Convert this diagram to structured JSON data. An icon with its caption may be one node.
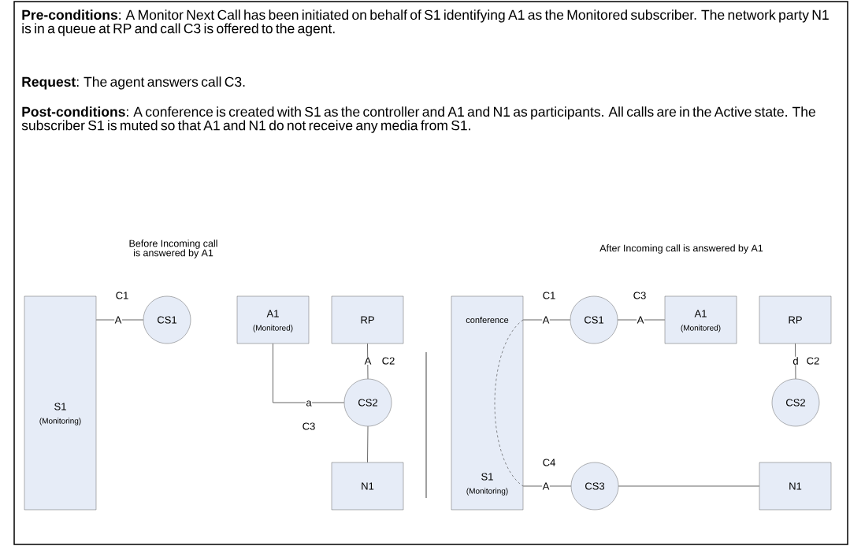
{
  "diagram": {
    "nodes": [
      {
        "text": [
          "S1",
          "(Monitoring)"
        ]
      },
      {
        "text": [
          "CS1"
        ]
      },
      {
        "text": [
          "A1",
          "(Monitored)"
        ]
      },
      {
        "text": [
          "RP"
        ]
      },
      {
        "text": [
          "CS2"
        ]
      },
      {
        "text": [
          "N1"
        ]
      },
      {
        "text": [
          "conference",
          "S1",
          "(Monitoring)"
        ]
      },
      {
        "text": [
          "CS1"
        ]
      },
      {
        "text": [
          "A1",
          "(Monitored)"
        ]
      },
      {
        "text": [
          "RP"
        ]
      },
      {
        "text": [
          "CS2"
        ]
      },
      {
        "text": [
          "CS3"
        ]
      },
      {
        "text": [
          "N1"
        ]
      }
    ],
    "edges": [
      {
        "from": 0,
        "to": 1,
        "arrow": "none",
        "label": "A"
      },
      {
        "from": 2,
        "to": 4,
        "arrow": "none",
        "label": "a"
      },
      {
        "from": 3,
        "to": 4,
        "arrow": "none",
        "label": "A"
      },
      {
        "from": 4,
        "to": 5,
        "arrow": "none"
      },
      {
        "from": 6,
        "to": 7,
        "arrow": "none",
        "label": "A"
      },
      {
        "from": 7,
        "to": 8,
        "arrow": "none",
        "label": "A"
      },
      {
        "from": 9,
        "to": 10,
        "arrow": "none",
        "label": "d"
      },
      {
        "from": 6,
        "to": 11,
        "arrow": "none",
        "label": "A"
      },
      {
        "from": 11,
        "to": 12,
        "arrow": "none"
      }
    ],
    "labels": [
      "**Pre-conditions**:  A Monitor Next Call has been initiated on behalf of S1 identifying A1 as the Monitored subscriber.  The network party N1 is in a queue at RP and call C3 is offered to the agent.",
      "**Request**:  The agent answers call C3.",
      "**Post-conditions**:  A conference is created with S1 as the controller and A1 and N1 as participants.  All calls are in the Active state.  The subscriber S1 is muted so that A1 and N1 do not receive any media from S1.",
      "Before Incoming call is answered by A1",
      "After Incoming call is answered by A1",
      "C1",
      "C2",
      "C3",
      "C1",
      "C3",
      "C2",
      "C4"
    ]
  }
}
